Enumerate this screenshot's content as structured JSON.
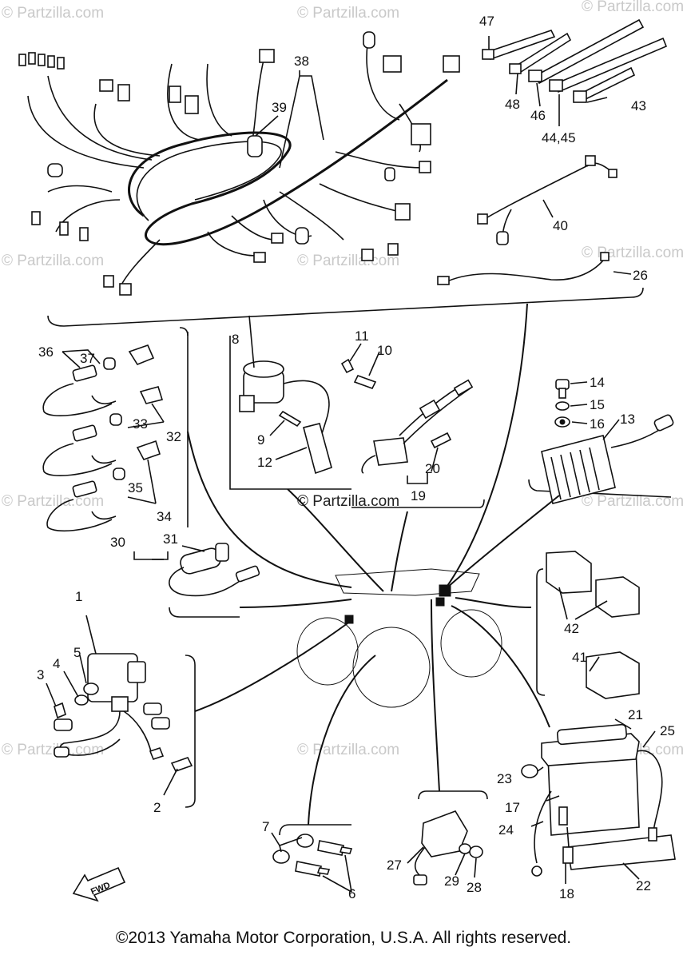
{
  "watermark": "© Partzilla.com",
  "copyright": "©2013 Yamaha Motor Corporation, U.S.A. All rights reserved.",
  "fwd_label": "FWD",
  "callouts": {
    "c1": "1",
    "c2": "2",
    "c3": "3",
    "c4": "4",
    "c5": "5",
    "c6": "6",
    "c7": "7",
    "c8": "8",
    "c9": "9",
    "c10": "10",
    "c11": "11",
    "c12": "12",
    "c13": "13",
    "c14": "14",
    "c15": "15",
    "c16": "16",
    "c17": "17",
    "c18": "18",
    "c19": "19",
    "c20": "20",
    "c21": "21",
    "c22": "22",
    "c23": "23",
    "c24": "24",
    "c25": "25",
    "c26": "26",
    "c27": "27",
    "c28": "28",
    "c29": "29",
    "c30": "30",
    "c31": "31",
    "c32": "32",
    "c33": "33",
    "c34": "34",
    "c35": "35",
    "c36": "36",
    "c37": "37",
    "c38": "38",
    "c39": "39",
    "c40": "40",
    "c41": "41",
    "c42": "42",
    "c43": "43",
    "c44_45": "44,45",
    "c46": "46",
    "c47": "47",
    "c48": "48"
  }
}
